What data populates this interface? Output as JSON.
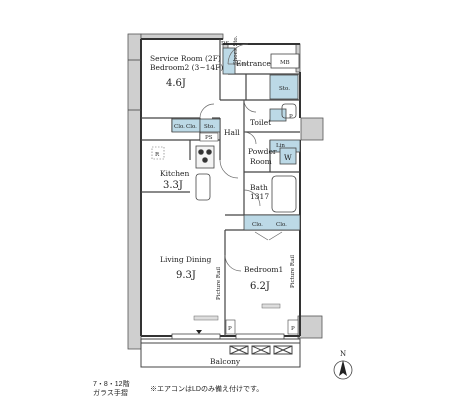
{
  "rooms": {
    "service_room": {
      "title": "Service Room (2F)",
      "subtitle": "Bedroom2 (3~14F)",
      "area": "4.6J"
    },
    "entrance": "Entrance",
    "mb": "MB",
    "sto": "Sto.",
    "shoes_storage": "Shoes Sto.",
    "ds": "DS",
    "toilet": "Toilet",
    "hall": "Hall",
    "ps": "PS",
    "clo_left_1": "Clo.",
    "clo_left_2": "Clo.",
    "sto_small": "Sto.",
    "kitchen": {
      "name": "Kitchen",
      "area": "3.3J"
    },
    "fridge": "R",
    "powder_room": {
      "line1": "Powder",
      "line2": "Room"
    },
    "lin": "Lin",
    "washer": "W",
    "bath": {
      "name": "Bath",
      "size": "1317"
    },
    "clo_bed_1": "Clo.",
    "clo_bed_2": "Clo.",
    "living_dining": {
      "name": "Living Dining",
      "area": "9.3J"
    },
    "bedroom1": {
      "name": "Bedroom1",
      "area": "6.2J"
    },
    "picture_rail_left": "Picture Rail",
    "picture_rail_right": "Picture Rail",
    "p_left": "P",
    "p_right": "P",
    "p_toilet": "P",
    "balcony": "Balcony"
  },
  "notes": {
    "glass_rail_line1": "7・8・12階",
    "glass_rail_line2": "ガラス手摺",
    "aircon": "※エアコンはLDのみ備え付けです。"
  },
  "compass": {
    "label": "N"
  }
}
